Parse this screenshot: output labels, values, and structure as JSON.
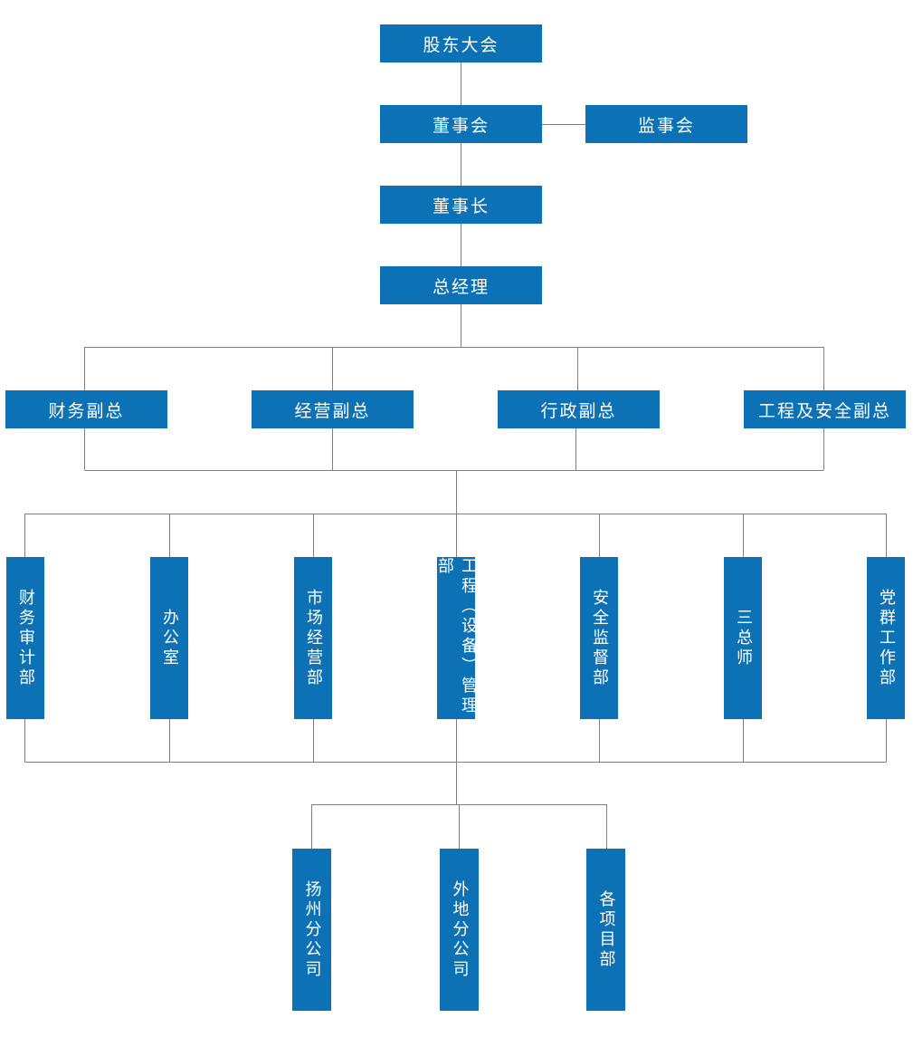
{
  "org": {
    "top": "股东大会",
    "board": "董事会",
    "supervisory": "监事会",
    "chairman": "董事长",
    "general_manager": "总经理",
    "vice_presidents": [
      "财务副总",
      "经营副总",
      "行政副总",
      "工程及安全副总"
    ],
    "departments": [
      "财务审计部",
      "办公室",
      "市场经营部",
      "工程（设备）管理部",
      "安全监督部",
      "三总师",
      "党群工作部"
    ],
    "subunits": [
      "扬州分公司",
      "外地分公司",
      "各项目部"
    ]
  },
  "colors": {
    "node_fill": "#0d72b5",
    "node_text": "#ffffff",
    "connector": "#7f7f7f"
  }
}
